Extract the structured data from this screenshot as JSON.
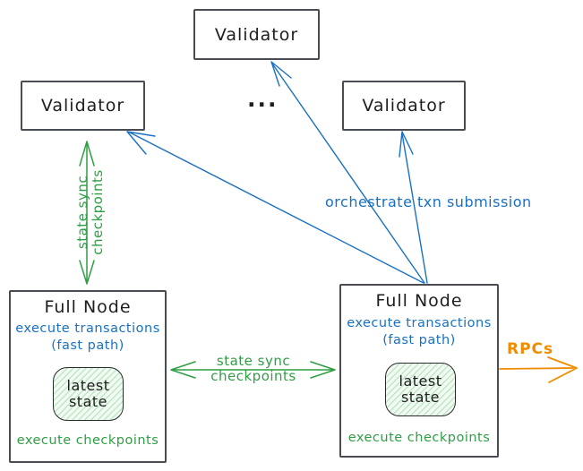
{
  "colors": {
    "blue": "#1971c2",
    "green": "#2f9e44",
    "orange": "#f08c00",
    "box_border": "#494c52",
    "text": "#1e1e1e"
  },
  "validators": {
    "top": "Validator",
    "left": "Validator",
    "right": "Validator",
    "ellipsis": "..."
  },
  "full_nodes": {
    "left": {
      "title": "Full Node",
      "exec_transactions": "execute transactions",
      "fast_path": "(fast path)",
      "latest_state": "latest\nstate",
      "exec_checkpoints": "execute checkpoints"
    },
    "right": {
      "title": "Full Node",
      "exec_transactions": "execute transactions",
      "fast_path": "(fast path)",
      "latest_state": "latest\nstate",
      "exec_checkpoints": "execute checkpoints"
    }
  },
  "edges": {
    "validator_sync_label": "state sync\ncheckpoints",
    "fullnode_sync_label": "state sync\ncheckpoints",
    "orchestrate_label": "orchestrate txn submission",
    "rpcs_label": "RPCs"
  }
}
